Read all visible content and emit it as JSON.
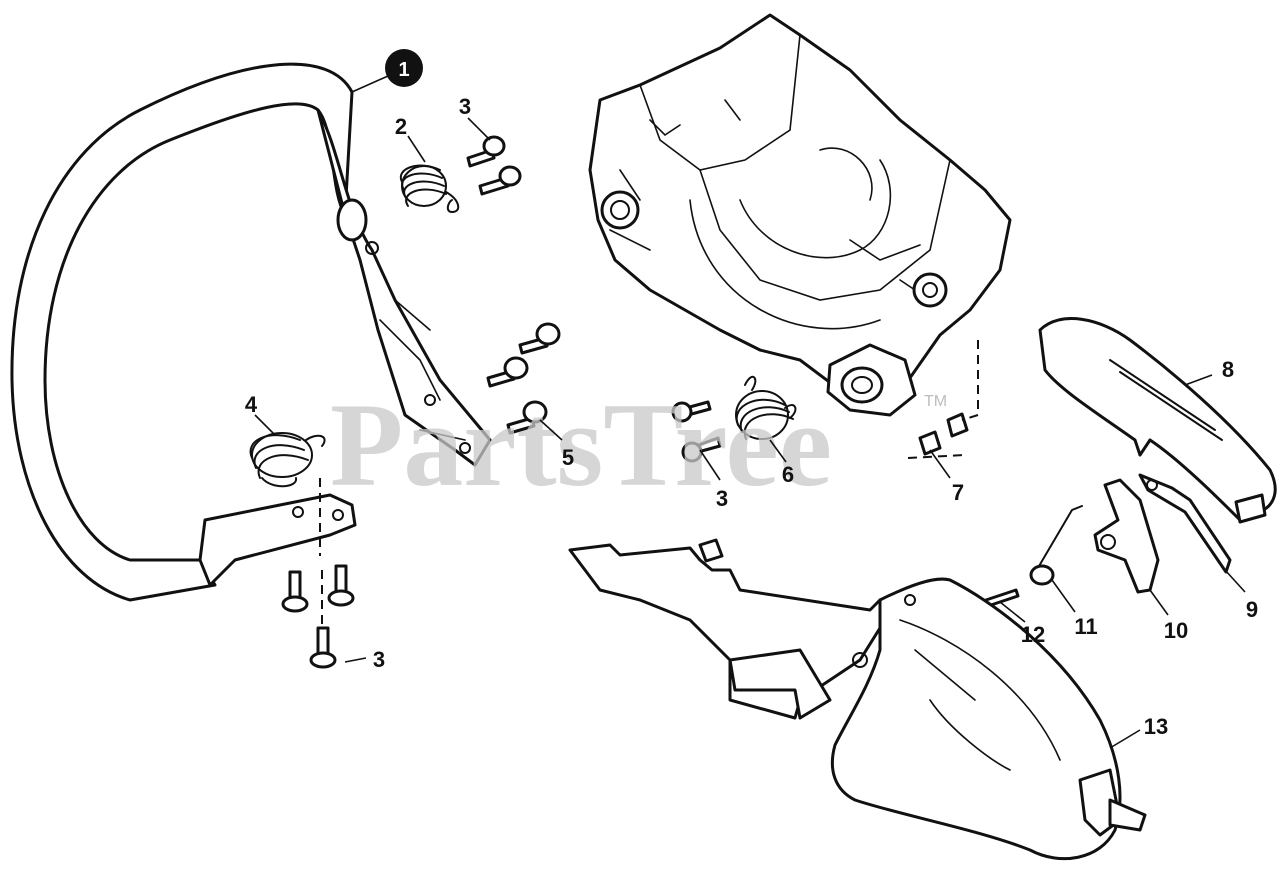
{
  "watermark": {
    "text": "PartsTree",
    "trademark": "TM"
  },
  "callouts": [
    {
      "id": "c1",
      "label": "1"
    },
    {
      "id": "c2",
      "label": "2"
    },
    {
      "id": "c3a",
      "label": "3"
    },
    {
      "id": "c3b",
      "label": "3"
    },
    {
      "id": "c3c",
      "label": "3"
    },
    {
      "id": "c4",
      "label": "4"
    },
    {
      "id": "c5",
      "label": "5"
    },
    {
      "id": "c6",
      "label": "6"
    },
    {
      "id": "c7",
      "label": "7"
    },
    {
      "id": "c8",
      "label": "8"
    },
    {
      "id": "c9",
      "label": "9"
    },
    {
      "id": "c10",
      "label": "10"
    },
    {
      "id": "c11",
      "label": "11"
    },
    {
      "id": "c12",
      "label": "12"
    },
    {
      "id": "c13",
      "label": "13"
    }
  ],
  "colors": {
    "line": "#111111",
    "watermark": "#c9c9c9",
    "background": "#ffffff"
  }
}
